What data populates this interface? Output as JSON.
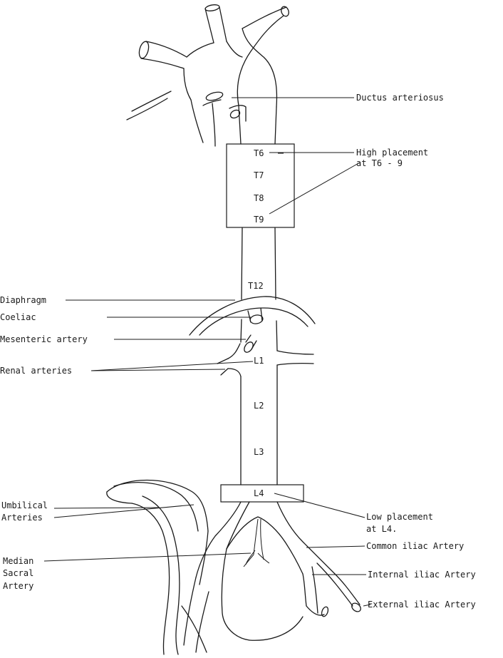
{
  "diagram": {
    "labels": {
      "ductus": "Ductus arteriosus",
      "high_placement_1": "High placement",
      "high_placement_2": "at T6 - 9",
      "diaphragm": "Diaphragm",
      "coeliac": "Coeliac",
      "mesenteric": "Mesenteric artery",
      "renal": "Renal arteries",
      "umbilical_1": "Umbilical",
      "umbilical_2": "Arteries",
      "median_1": "Median",
      "median_2": "Sacral",
      "median_3": "Artery",
      "low_placement_1": "Low placement",
      "low_placement_2": "at L4.",
      "common_iliac": "Common iliac Artery",
      "internal_iliac": "Internal iliac Artery",
      "external_iliac": "External iliac Artery"
    },
    "vertebrae": {
      "t6": "T6",
      "t7": "T7",
      "t8": "T8",
      "t9": "T9",
      "t12": "T12",
      "l1": "L1",
      "l2": "L2",
      "l3": "L3",
      "l4": "L4"
    }
  }
}
